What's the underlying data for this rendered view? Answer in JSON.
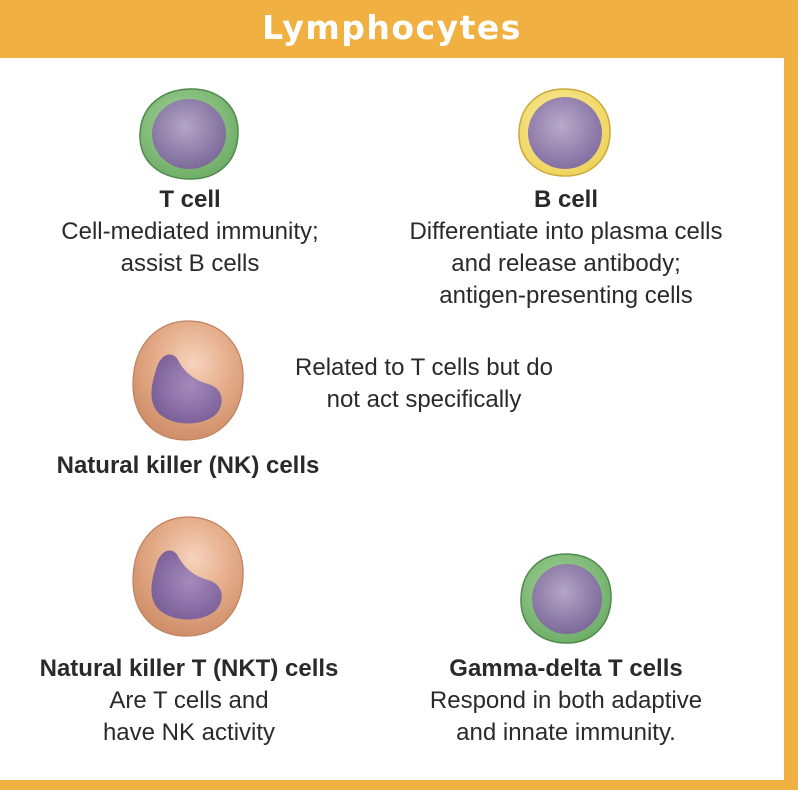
{
  "header": {
    "title": "Lymphocytes"
  },
  "colors": {
    "accent": "#f0b042",
    "t_cell_membrane": "#8fc489",
    "b_cell_membrane": "#f4e27a",
    "nk_cell_body": "#e1a886",
    "nucleus": "#8b76a6"
  },
  "cells": {
    "t_cell": {
      "name": "T cell",
      "lines": [
        "Cell-mediated immunity;",
        "assist B cells"
      ]
    },
    "b_cell": {
      "name": "B cell",
      "lines": [
        "Differentiate into plasma cells",
        "and release antibody;",
        "antigen-presenting cells"
      ]
    },
    "nk_cells": {
      "name": "Natural killer (NK) cells",
      "note_lines": [
        "Related to T cells but do",
        "not act specifically"
      ]
    },
    "nkt_cells": {
      "name": "Natural killer T (NKT) cells",
      "lines": [
        "Are T cells and",
        "have NK activity"
      ]
    },
    "gd_t_cells": {
      "name": "Gamma-delta T cells",
      "lines": [
        "Respond in both adaptive",
        "and innate immunity."
      ]
    }
  }
}
